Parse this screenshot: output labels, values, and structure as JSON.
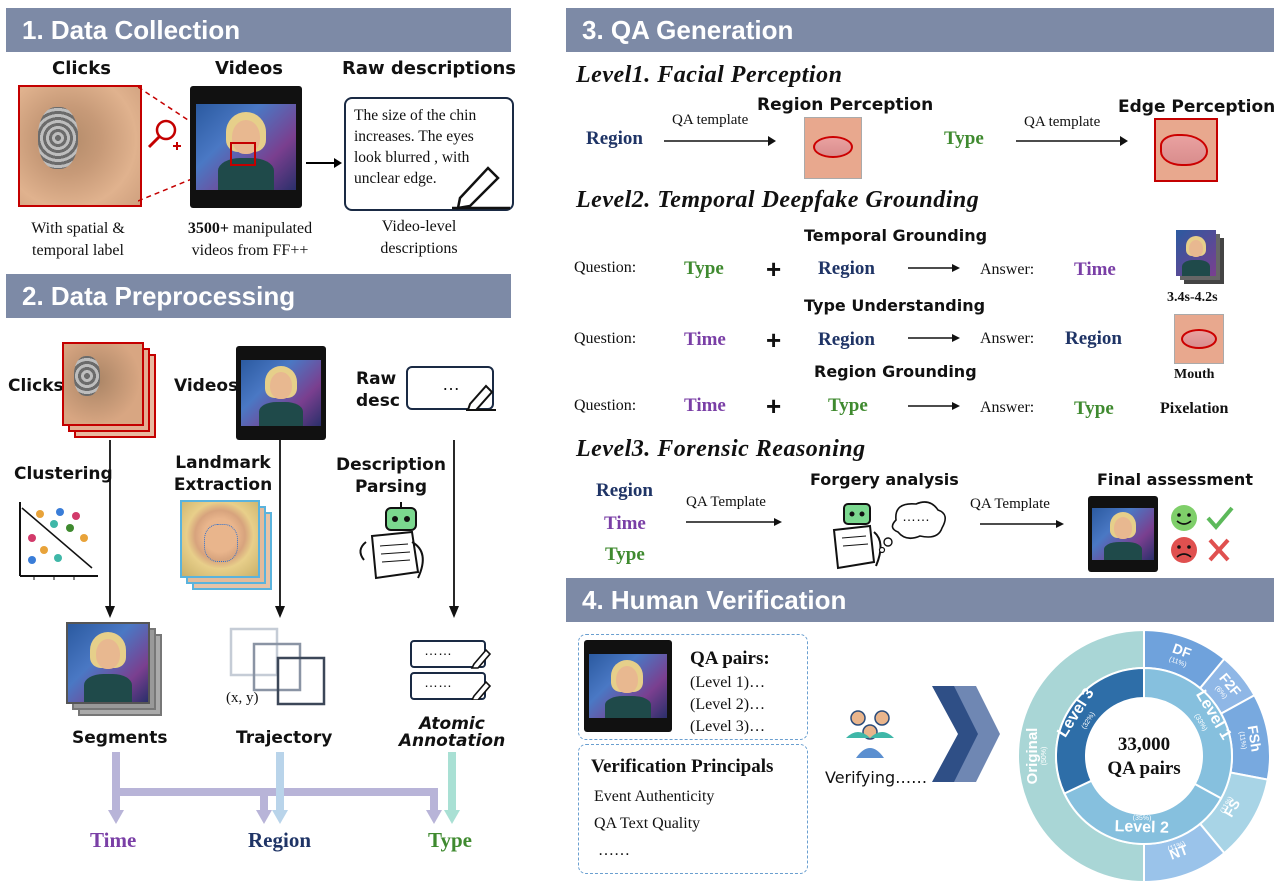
{
  "sections": {
    "s1": "1. Data Collection",
    "s2": "2. Data Preprocessing",
    "s3": "3. QA Generation",
    "s4": "4. Human Verification"
  },
  "collection": {
    "clicks_title": "Clicks",
    "videos_title": "Videos",
    "raw_title": "Raw descriptions",
    "raw_text": "The size of the chin increases. The eyes look blurred , with unclear edge.",
    "clicks_caption_1": "With spatial &",
    "clicks_caption_2": "temporal label",
    "videos_caption_bold": "3500+",
    "videos_caption_1": " manipulated",
    "videos_caption_2": "videos from FF++",
    "raw_caption_1": "Video-level",
    "raw_caption_2": "descriptions"
  },
  "preprocessing": {
    "clicks": "Clicks",
    "videos": "Videos",
    "raw_1": "Raw",
    "raw_2": "desc",
    "raw_dots": "…",
    "clustering": "Clustering",
    "landmark_1": "Landmark",
    "landmark_2": "Extraction",
    "parsing_1": "Description",
    "parsing_2": "Parsing",
    "segments": "Segments",
    "trajectory": "Trajectory",
    "xy": "(x, y)",
    "atomic_1": "Atomic",
    "atomic_2": "Annotation",
    "dots": "……",
    "out_time": "Time",
    "out_region": "Region",
    "out_type": "Type"
  },
  "qa": {
    "level1_title": "Level1. Facial Perception",
    "region_perception": "Region Perception",
    "edge_perception": "Edge Perception",
    "region": "Region",
    "type": "Type",
    "time": "Time",
    "qa_template": "QA template",
    "qa_template_cap": "QA Template",
    "level2_title": "Level2. Temporal Deepfake Grounding",
    "temporal_grounding": "Temporal Grounding",
    "type_understanding": "Type Understanding",
    "region_grounding": "Region Grounding",
    "question": "Question:",
    "answer": "Answer:",
    "plus": "+",
    "time_range": "3.4s-4.2s",
    "mouth": "Mouth",
    "pixelation": "Pixelation",
    "level3_title": "Level3. Forensic Reasoning",
    "forgery_analysis": "Forgery analysis",
    "final_assessment": "Final assessment",
    "thought_dots": "……"
  },
  "verification": {
    "qa_pairs": "QA pairs:",
    "level1": "(Level 1)…",
    "level2": "(Level 2)…",
    "level3": "(Level 3)…",
    "principals": "Verification Principals",
    "event": "Event Authenticity",
    "quality": "QA Text Quality",
    "dots": "……",
    "verifying": "Verifying……",
    "center_1": "33,000",
    "center_2": "QA pairs"
  },
  "chart_data": {
    "type": "pie",
    "center_label": [
      "33,000",
      "QA pairs"
    ],
    "inner_ring": [
      {
        "name": "Level 1",
        "pct_label": "(33%)",
        "value": 33
      },
      {
        "name": "Level 2",
        "pct_label": "(35%)",
        "value": 35
      },
      {
        "name": "Level 3",
        "pct_label": "(32%)",
        "value": 32
      }
    ],
    "outer_ring": [
      {
        "name": "DF",
        "pct_label": "(11%)",
        "value": 11
      },
      {
        "name": "F2F",
        "pct_label": "(6%)",
        "value": 6
      },
      {
        "name": "FSh",
        "pct_label": "(11%)",
        "value": 11
      },
      {
        "name": "FS",
        "pct_label": "(11%)",
        "value": 11
      },
      {
        "name": "NT",
        "pct_label": "(11%)",
        "value": 11
      },
      {
        "name": "Original",
        "pct_label": "(50%)",
        "value": 50
      }
    ]
  },
  "colors": {
    "header": "#7d8aa6",
    "navy": "#1f3466",
    "green": "#3f8a2f",
    "purple": "#7a3fa6",
    "red": "#c40000"
  }
}
